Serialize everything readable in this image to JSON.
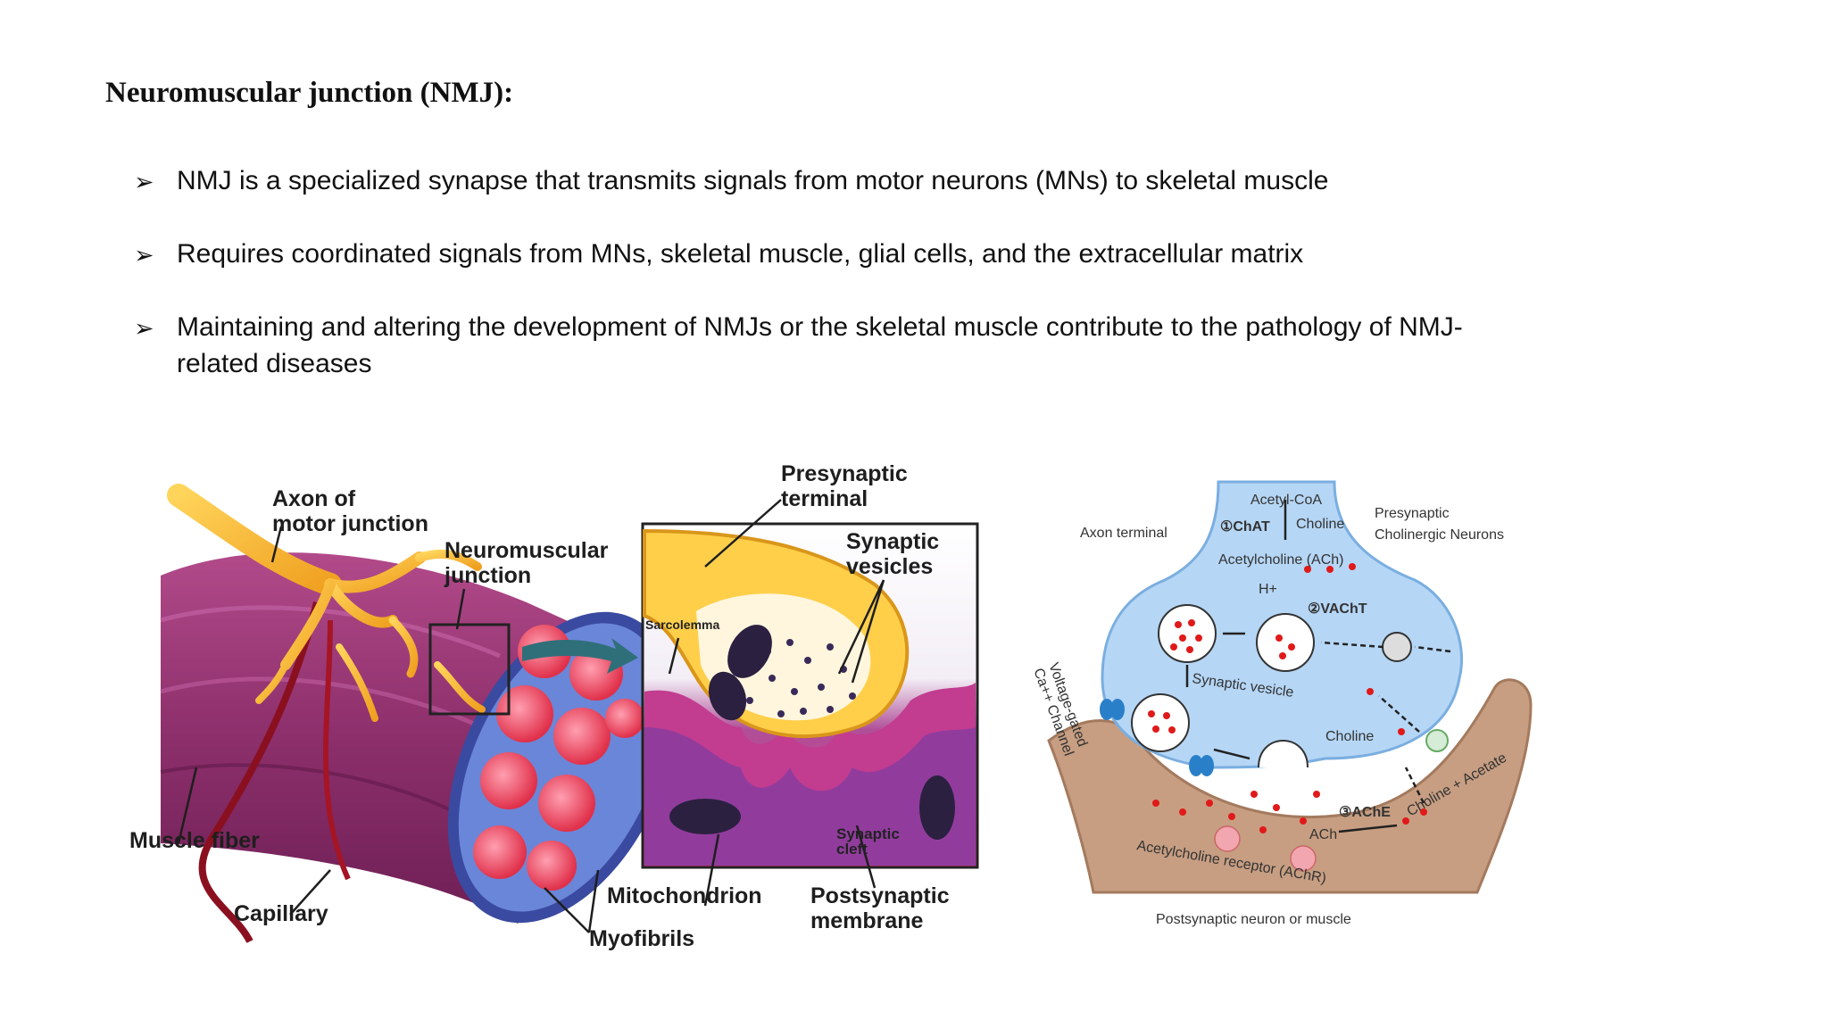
{
  "slide": {
    "title": "Neuromuscular junction (NMJ):",
    "bullet_marker": "➢",
    "bullets": [
      "NMJ is a specialized synapse that transmits signals from motor neurons (MNs) to skeletal muscle",
      "Requires coordinated signals from MNs, skeletal muscle, glial cells, and the extracellular matrix",
      "Maintaining and altering the development of NMJs or the skeletal muscle contribute to the pathology of NMJ-related diseases"
    ]
  },
  "left_figure": {
    "labels": {
      "axon_line1": "Axon of",
      "axon_line2": "motor junction",
      "nmj_line1": "Neuromuscular",
      "nmj_line2": "junction",
      "presyn_line1": "Presynaptic",
      "presyn_line2": "terminal",
      "vesicles_line1": "Synaptic",
      "vesicles_line2": "vesicles",
      "sarcolemma": "Sarcolemma",
      "muscle_fiber": "Muscle fiber",
      "capillary": "Capillary",
      "myofibrils": "Myofibrils",
      "mitochondrion": "Mitochondrion",
      "synaptic_cleft_line1": "Synaptic",
      "synaptic_cleft_line2": "cleft",
      "postsyn_line1": "Postsynaptic",
      "postsyn_line2": "membrane"
    }
  },
  "right_figure": {
    "labels": {
      "acetyl_coa": "Acetyl-CoA",
      "axon_terminal": "Axon terminal",
      "chat": "①ChAT",
      "choline_top": "Choline",
      "presyn_line1": "Presynaptic",
      "presyn_line2": "Cholinergic Neurons",
      "ach": "Acetylcholine (ACh)",
      "h_plus": "H+",
      "vacht": "②VAChT",
      "synaptic_vesicle": "Synaptic vesicle",
      "ca_channel_line1": "Voltage-gated",
      "ca_channel_line2": "Ca++ Channel",
      "choline_mid": "Choline",
      "ache": "③AChE",
      "ach_small": "ACh",
      "choline_acetate": "Choline  + Acetate",
      "achr": "Acetylcholine receptor (AChR)",
      "postsyn": "Postsynaptic neuron or muscle"
    }
  }
}
